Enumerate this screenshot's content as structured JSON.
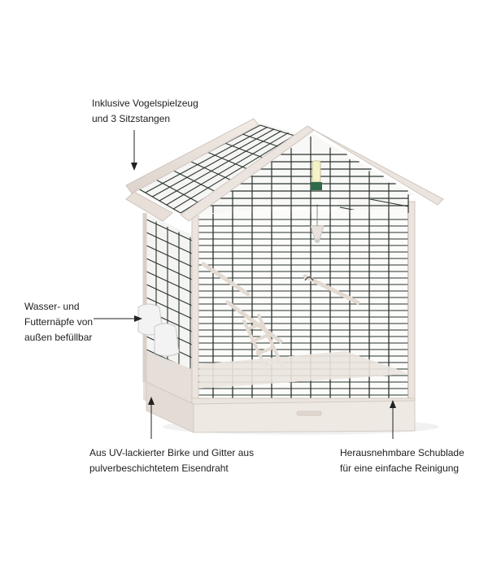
{
  "annotations": {
    "toys": {
      "lines": [
        "Inklusive Vogelspielzeug",
        "und 3 Sitzstangen"
      ]
    },
    "bowls": {
      "lines": [
        "Wasser- und",
        "Futternäpfe von",
        "außen befüllbar"
      ]
    },
    "material": {
      "lines": [
        "Aus UV-lackierter Birke und Gitter aus",
        "pulverbeschichtetem Eisendraht"
      ]
    },
    "drawer": {
      "lines": [
        "Herausnehmbare Schublade",
        "für eine einfache Reinigung"
      ]
    }
  },
  "colors": {
    "wood": "#ece5df",
    "wood_shade": "#d9cfc8",
    "wire": "#2a332e",
    "accent_green": "#2f6b4a",
    "arrow": "#222222"
  }
}
